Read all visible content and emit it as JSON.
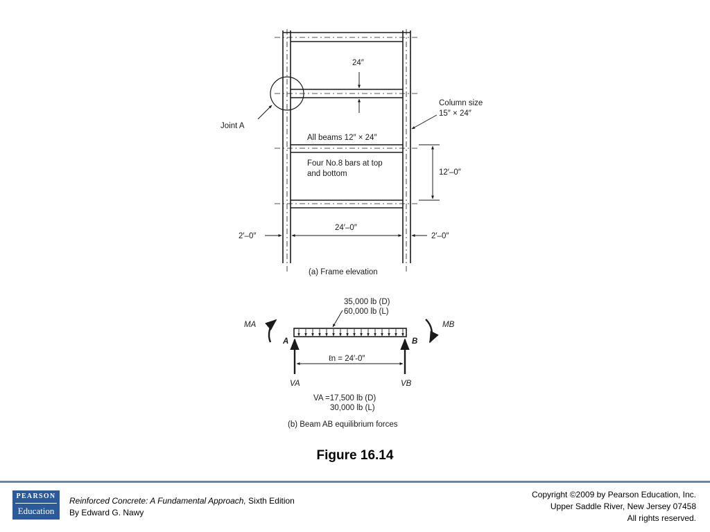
{
  "figure": {
    "a": {
      "beam_depth": "24″",
      "column_size_line1": "Column size",
      "column_size_line2": "15″ × 24″",
      "joint": "Joint A",
      "beams_line": "All beams 12″ ×  24″",
      "bars_line1": "Four No.8  bars at top",
      "bars_line2": "and bottom",
      "story_height": "12′–0″",
      "span": "24′–0″",
      "overhang_left": "2′–0″",
      "overhang_right": "2′–0″",
      "caption": "(a) Frame elevation"
    },
    "b": {
      "load_dead": "35,000 lb (D)",
      "load_live": "60,000 lb (L)",
      "moment_left": "MA",
      "moment_right": "MB",
      "support_left": "A",
      "support_right": "B",
      "clear_span": "ℓn = 24′-0″",
      "reaction_left": "VA",
      "reaction_right": "VB",
      "va_dead": "VA =17,500 lb (D)",
      "va_live": "30,000 lb (L)",
      "caption": "(b) Beam AB equilibrium forces"
    }
  },
  "figure_caption": "Figure 16.14",
  "footer": {
    "logo_top": "PEARSON",
    "logo_bottom": "Education",
    "book_title": "Reinforced Concrete: A Fundamental Approach,",
    "book_edition": " Sixth Edition",
    "author": "By Edward G. Nawy",
    "copyright": "Copyright ©2009 by Pearson Education, Inc.",
    "address": "Upper Saddle River, New Jersey 07458",
    "rights": "All rights reserved."
  }
}
